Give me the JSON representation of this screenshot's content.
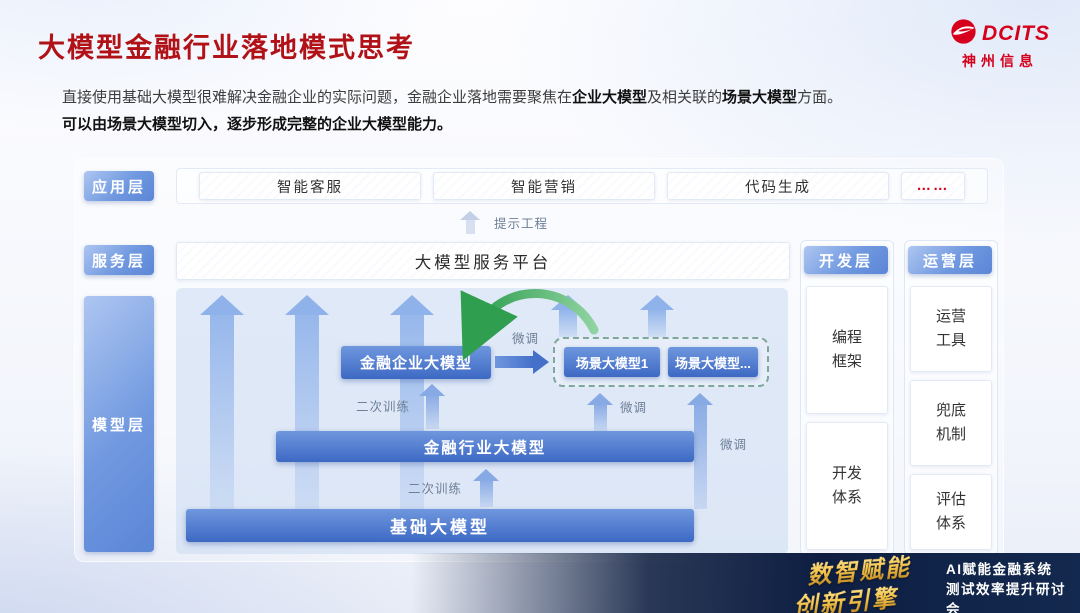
{
  "slide": {
    "title": "大模型金融行业落地模式思考"
  },
  "logo": {
    "brand": "DCITS",
    "company": "神州信息"
  },
  "intro": {
    "p1a": "直接使用基础大模型很难解决金融企业的实际问题，金融企业落地需要聚焦在",
    "p1b": "企业大模型",
    "p1c": "及相关联的",
    "p1d": "场景大模型",
    "p1e": "方面。",
    "p2": "可以由场景大模型切入，逐步形成完整的企业大模型能力。"
  },
  "layers": {
    "application": {
      "label": "应用层",
      "items": [
        "智能客服",
        "智能营销",
        "代码生成",
        "……"
      ]
    },
    "prompt_label": "提示工程",
    "service": {
      "label": "服务层",
      "platform": "大模型服务平台"
    },
    "model": {
      "label": "模型层",
      "enterprise": "金融企业大模型",
      "industry": "金融行业大模型",
      "base": "基础大模型",
      "scenario1": "场景大模型1",
      "scenario2": "场景大模型...",
      "retrain_upper": "二次训练",
      "retrain_lower": "二次训练",
      "finetune_top": "微调",
      "finetune_mid": "微调",
      "finetune_right": "微调"
    },
    "development": {
      "label": "开发层",
      "items": [
        "编程框架",
        "开发体系"
      ]
    },
    "operation": {
      "label": "运营层",
      "items": [
        "运营工具",
        "兜底机制",
        "评估体系"
      ]
    }
  },
  "footer": {
    "slogan1": "数智赋能",
    "slogan2": "创新引擎",
    "event1": "AI赋能金融系统",
    "event2": "测试效率提升研讨会"
  },
  "colors": {
    "brand_red": "#d6001c",
    "primary_blue": "#4470c9",
    "feedback_green": "#2f9e4f",
    "slogan_gold": "#f6c64d"
  }
}
